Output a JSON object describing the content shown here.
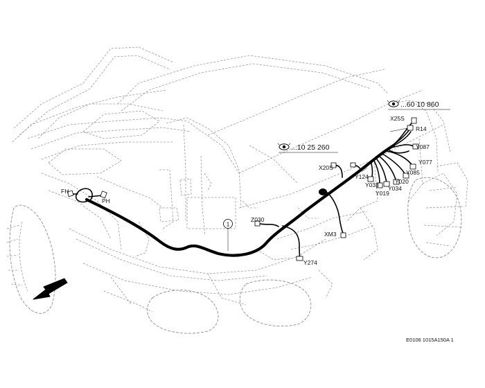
{
  "references": {
    "ref_top": "...60 10 860",
    "ref_mid": "...10 25 260"
  },
  "callout_number": "1",
  "connectors": {
    "fh": "FH",
    "ph": "PH",
    "x25s": "X25S",
    "r14": "R14",
    "y087": "Y087",
    "y077": "Y077",
    "y085": "Y085",
    "y020": "Y020",
    "y034": "Y034",
    "y019": "Y019",
    "y033": "Y033",
    "y124": "Y124",
    "x20s": "X20S",
    "z030": "Z030",
    "xm3": "XM3",
    "y274": "Y274"
  },
  "drawing_code": "E0106 1015A150A 1",
  "icons": {
    "view": "eye-icon",
    "direction": "arrow-icon"
  },
  "colors": {
    "harness": "#000000",
    "outline": "#9a9a9a"
  }
}
